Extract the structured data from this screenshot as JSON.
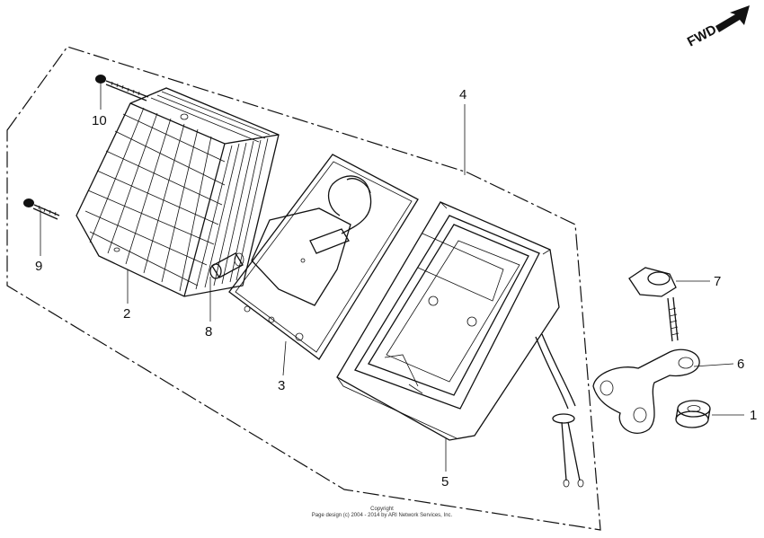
{
  "direction_label": "FWD",
  "parts": [
    {
      "number": "1"
    },
    {
      "number": "2"
    },
    {
      "number": "3"
    },
    {
      "number": "4"
    },
    {
      "number": "5"
    },
    {
      "number": "6"
    },
    {
      "number": "7"
    },
    {
      "number": "8"
    },
    {
      "number": "9"
    },
    {
      "number": "10"
    }
  ],
  "copyright": {
    "line1": "Copyright",
    "line2": "Page design (c) 2004 - 2014 by ARI Network Services, Inc."
  }
}
